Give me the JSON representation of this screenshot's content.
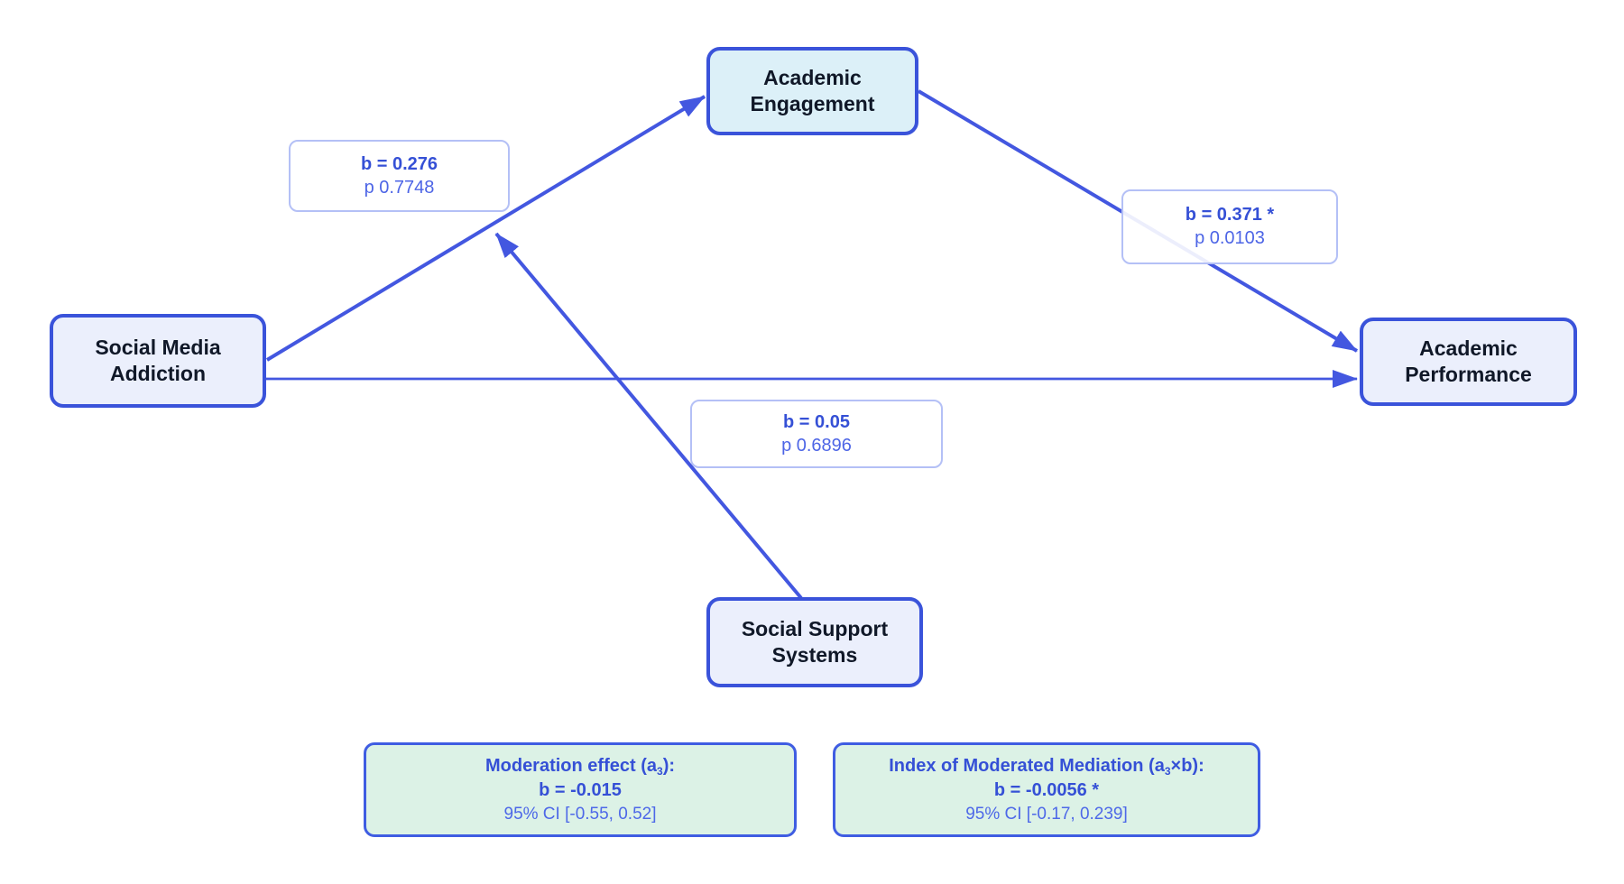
{
  "diagram": {
    "title": "Moderated mediation path diagram",
    "nodes": {
      "predictor": {
        "label": "Social Media\nAddiction"
      },
      "mediator": {
        "label": "Academic\nEngagement"
      },
      "outcome": {
        "label": "Academic\nPerformance"
      },
      "moderator": {
        "label": "Social Support\nSystems"
      }
    },
    "edge_labels": {
      "a_path": {
        "b": "b = 0.276",
        "p": "p 0.7748"
      },
      "b_path": {
        "b": "b = 0.371 *",
        "p": "p 0.0103"
      },
      "direct_path": {
        "b": "b = 0.05",
        "p": "p 0.6896"
      }
    },
    "result_boxes": {
      "moderation": {
        "title_pre": "Moderation effect (a",
        "title_sub": "3",
        "title_post": "):",
        "b": "b = -0.015",
        "ci": "95% CI [-0.55, 0.52]"
      },
      "index": {
        "title_pre": "Index of Moderated Mediation (a",
        "title_sub": "3",
        "title_post": "×b):",
        "b": "b = -0.0056 *",
        "ci": "95% CI [-0.17, 0.239]"
      }
    },
    "colors": {
      "edge_blue": "#4357e0",
      "node_border_blue": "#3a53da",
      "node_fill_lavender": "#ebeffc",
      "node_fill_cyan": "#dcf0f8",
      "edge_label_border": "#b4c0f6",
      "edge_label_bold_text": "#3550d6",
      "edge_label_regular_text": "#4d65e6",
      "result_box_fill": "#dcf2e6",
      "result_box_border": "#3f5de2",
      "node_text": "#101828"
    }
  }
}
